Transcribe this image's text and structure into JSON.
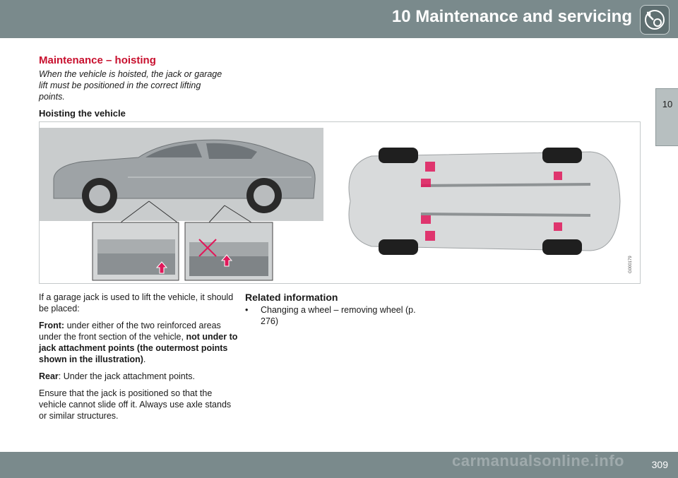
{
  "header": {
    "title": "10 Maintenance and servicing",
    "icon": "wrench-gear-icon"
  },
  "side_tab": {
    "label": "10"
  },
  "section": {
    "title": "Maintenance – hoisting",
    "intro": "When the vehicle is hoisted, the jack or garage lift must be positioned in the correct lifting points.",
    "subheading": "Hoisting the vehicle"
  },
  "figure": {
    "code": "G000179"
  },
  "body": {
    "para1": "If a garage jack is used to lift the vehicle, it should be placed:",
    "front_label": "Front:",
    "front_text": " under either of the two reinforced areas under the front section of the vehicle, ",
    "front_bold": "not under to jack attachment points (the outermost points shown in the illustration)",
    "front_end": ".",
    "rear_label": "Rear",
    "rear_text": ": Under the jack attachment points.",
    "para_last": "Ensure that the jack is positioned so that the vehicle cannot slide off it. Always use axle stands or similar structures."
  },
  "related": {
    "title": "Related information",
    "items": [
      {
        "bullet": "•",
        "text": "Changing a wheel – removing wheel (p. 276)"
      }
    ]
  },
  "footer": {
    "page_number": "309",
    "watermark": "carmanualsonline.info"
  },
  "colors": {
    "accent": "#c8102e",
    "header_bg": "#7a8a8c",
    "marker": "#e0185a"
  }
}
